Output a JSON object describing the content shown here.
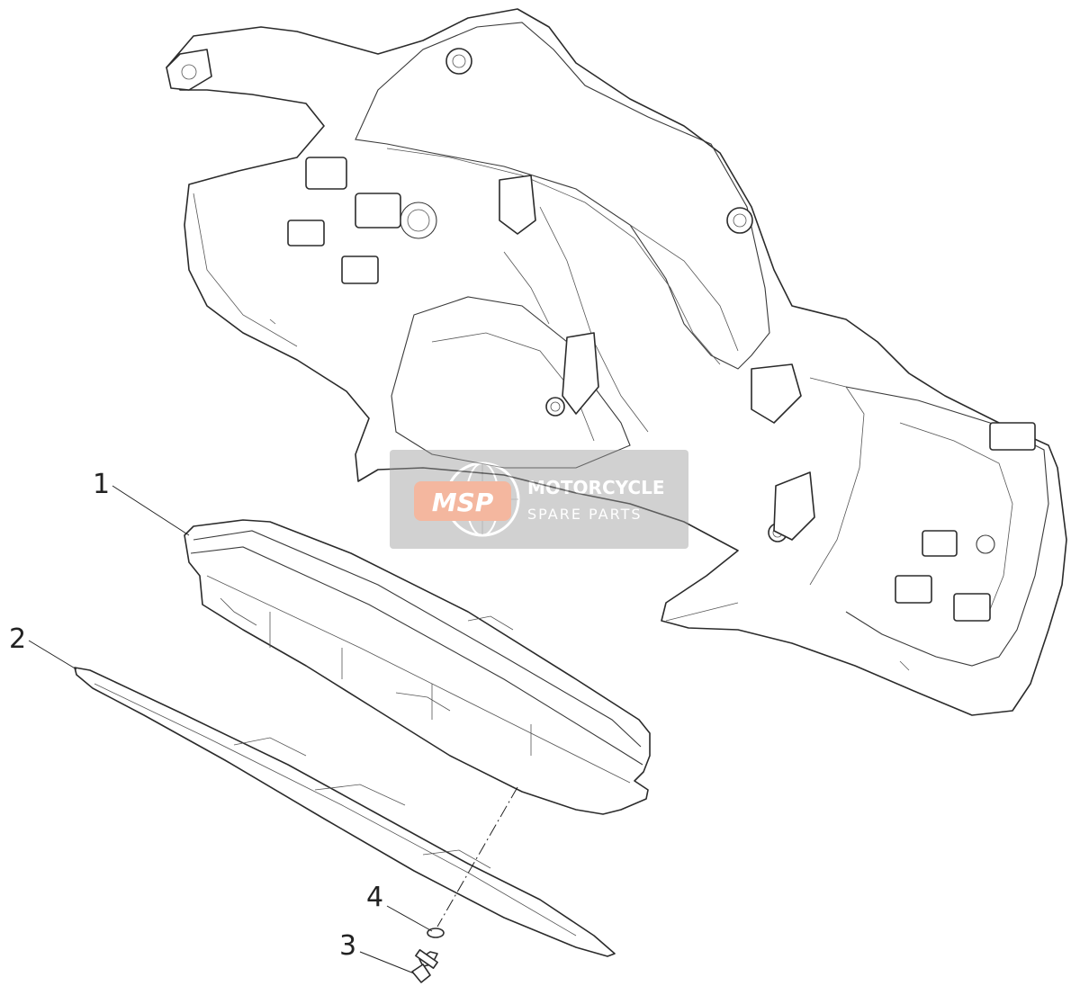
{
  "callouts": [
    {
      "id": "1",
      "label": "1"
    },
    {
      "id": "2",
      "label": "2"
    },
    {
      "id": "3",
      "label": "3"
    },
    {
      "id": "4",
      "label": "4"
    }
  ],
  "watermark": {
    "logo_text": "MSP",
    "line1": "MOTORCYCLE",
    "line2": "SPARE PARTS",
    "accent_color": "#e8622c",
    "panel_color": "#9a9a9a"
  }
}
